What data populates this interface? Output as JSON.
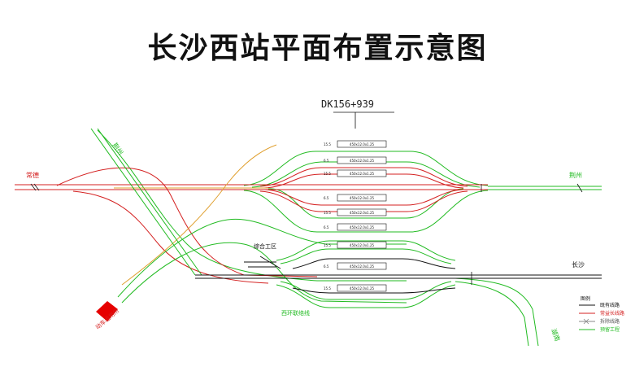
{
  "title": "长沙西站平面布置示意图",
  "mileage": "DK156+939",
  "directions": {
    "left_red": "常德",
    "top_green": "荆州",
    "right_top_green": "荆州",
    "right_long_sha": "长沙",
    "right_bottom_green": "湖南"
  },
  "labels": {
    "yard": "综合工区",
    "depot": "动车运用所",
    "lower_green_note": "西环联络线"
  },
  "platforms": [
    {
      "label": "450x12.0x1.25"
    },
    {
      "label": "450x12.0x1.25"
    },
    {
      "label": "450x12.0x1.25"
    },
    {
      "label": "450x12.0x1.25"
    },
    {
      "label": "450x12.0x1.25"
    },
    {
      "label": "450x12.0x1.25"
    },
    {
      "label": "450x12.0x1.25"
    },
    {
      "label": "450x12.0x1.25"
    },
    {
      "label": "450x12.0x1.25"
    }
  ],
  "track_widths": [
    "15.5",
    "6.5",
    "15.5",
    "6.5",
    "15.5",
    "6.5",
    "15.5",
    "6.5",
    "15.5"
  ],
  "legend": {
    "title": "图例",
    "items": [
      {
        "label": "既有线路",
        "color": "#111111"
      },
      {
        "label": "常益长线路",
        "color": "#d42020"
      },
      {
        "label": "拆除线路",
        "color": "#888888"
      },
      {
        "label": "预留工程",
        "color": "#22bb22"
      }
    ]
  },
  "colors": {
    "green": "#22bb22",
    "red": "#d42020",
    "depot": "#e60000",
    "black": "#111111"
  }
}
